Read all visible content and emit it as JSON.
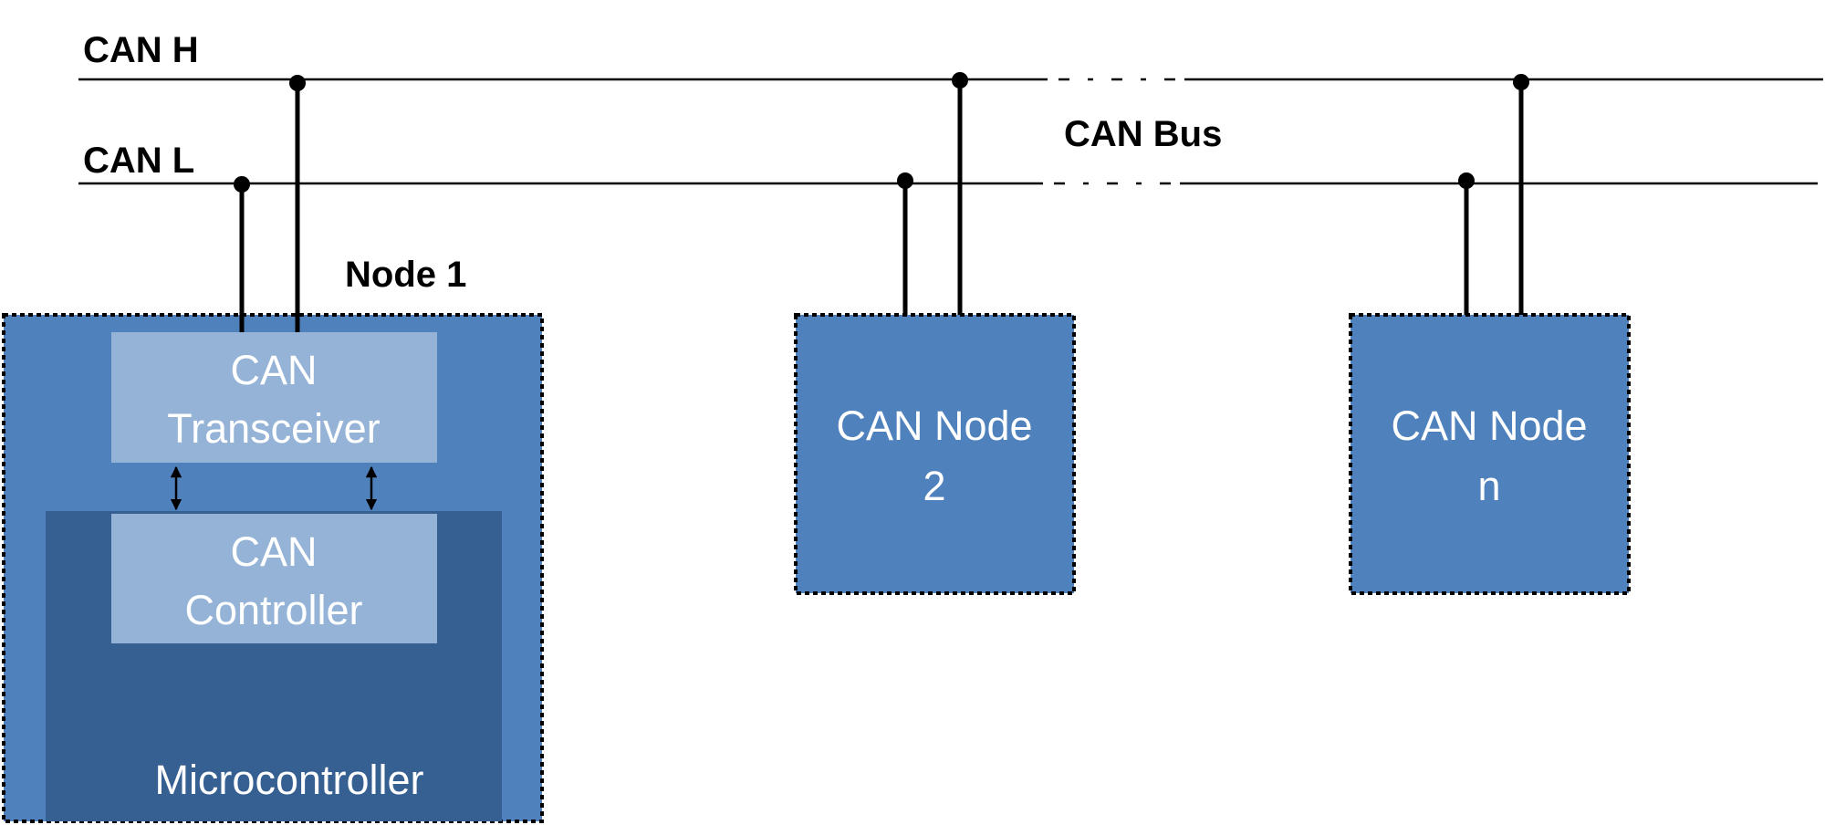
{
  "bus": {
    "title": "CAN Bus",
    "high_line_label": "CAN H",
    "low_line_label": "CAN L"
  },
  "node1": {
    "title": "Node 1",
    "transceiver_line1": "CAN",
    "transceiver_line2": "Transceiver",
    "controller_line1": "CAN",
    "controller_line2": "Controller",
    "microcontroller_label": "Microcontroller"
  },
  "node2": {
    "label_line1": "CAN Node",
    "label_line2": "2"
  },
  "noden": {
    "label_line1": "CAN Node",
    "label_line2": "n"
  },
  "colors": {
    "node_fill": "#4f81bd",
    "microcontroller_fill": "#376092",
    "sub_block_fill": "#95b3d7",
    "box_text": "#ffffff",
    "line": "#000000",
    "background": "#ffffff"
  }
}
